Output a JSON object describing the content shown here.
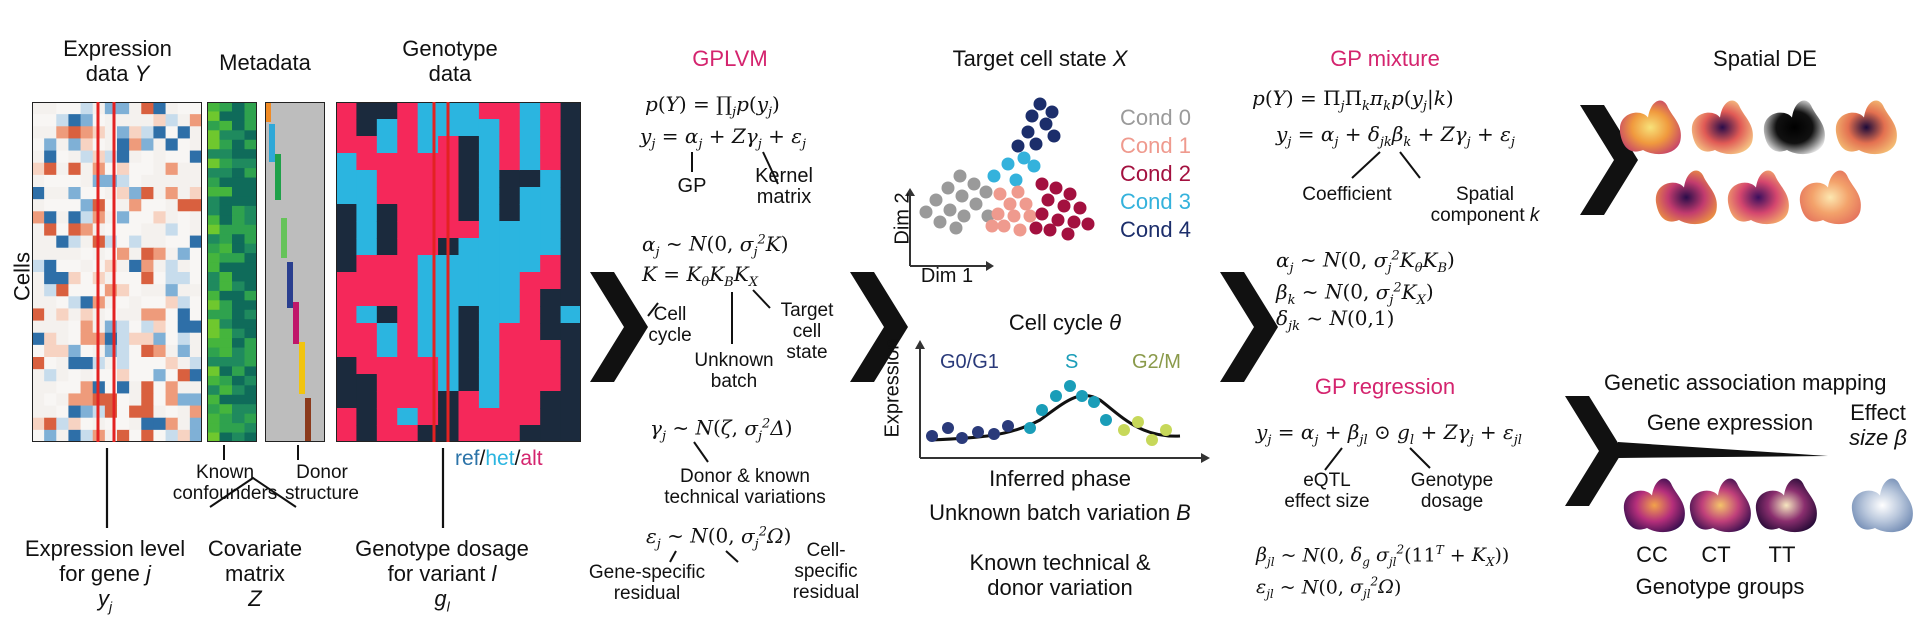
{
  "col1": {
    "expression_title_1": "Expression",
    "expression_title_2": "data ",
    "expression_title_var": "Y",
    "metadata_title": "Metadata",
    "genotype_title_1": "Genotype",
    "genotype_title_2": "data",
    "cells_label": "Cells",
    "known_confounders": "Known\nconfounders",
    "donor_structure": "Donor\nstructure",
    "ref": "ref",
    "het": "het",
    "alt": "alt",
    "slash": "/",
    "expr_level_1": "Expression level",
    "expr_level_2": "for gene ",
    "expr_level_var": "j",
    "expr_level_sym": "y",
    "expr_level_sub": "j",
    "covariate_1": "Covariate",
    "covariate_2": "matrix",
    "covariate_var": "Z",
    "genodosage_1": "Genotype dosage",
    "genodosage_2": "for variant ",
    "genodosage_var": "l",
    "genodosage_sym": "g",
    "genodosage_sub": "l"
  },
  "col2": {
    "title": "GPLVM",
    "gp": "GP",
    "kernel_1": "Kernel",
    "kernel_2": "matrix",
    "cell_cycle_1": "Cell",
    "cell_cycle_2": "cycle",
    "unknown_1": "Unknown",
    "unknown_2": "batch",
    "target_1": "Target",
    "target_2": "cell",
    "target_3": "state",
    "donor_known_1": "Donor & known",
    "donor_known_2": "technical variations",
    "gene_specific_1": "Gene-specific",
    "gene_specific_2": "residual",
    "cell_specific_1": "Cell-",
    "cell_specific_2": "specific",
    "cell_specific_3": "residual"
  },
  "col3": {
    "title": "Target cell state ",
    "title_var": "X",
    "dim1": "Dim 1",
    "dim2": "Dim 2",
    "legend": [
      {
        "label": "Cond 0",
        "color": "#9a9a9a"
      },
      {
        "label": "Cond 1",
        "color": "#ef9a8e"
      },
      {
        "label": "Cond 2",
        "color": "#a3103f"
      },
      {
        "label": "Cond 3",
        "color": "#34b2dc"
      },
      {
        "label": "Cond 4",
        "color": "#1c2e6b"
      }
    ],
    "cellcycle_title": "Cell cycle ",
    "cellcycle_var": "θ",
    "g0g1": "G0/G1",
    "s": "S",
    "g2m": "G2/M",
    "expression_axis": "Expression",
    "inferred_phase": "Inferred phase",
    "unknown_batch": "Unknown batch variation ",
    "unknown_batch_var": "B",
    "known_tech_1": "Known technical &",
    "known_tech_2": "donor variation"
  },
  "col4": {
    "title": "GP mixture",
    "coefficient": "Coefficient",
    "spatial_1": "Spatial",
    "spatial_2": "component ",
    "spatial_var": "k",
    "regression_title": "GP regression",
    "eqtl_1": "eQTL",
    "eqtl_2": "effect size",
    "gdosage_1": "Genotype",
    "gdosage_2": "dosage"
  },
  "col5": {
    "spatial_de": "Spatial DE",
    "genetic_assoc": "Genetic association mapping",
    "gene_expression": "Gene expression",
    "effect_1": "Effect",
    "effect_2": "size ",
    "effect_var": "β",
    "cc": "CC",
    "ct": "CT",
    "tt": "TT",
    "genotype_groups": "Genotype groups"
  },
  "colors": {
    "accent_pink": "#d4246e",
    "geno_red": "#f5285a",
    "geno_blue": "#2bb5e0",
    "geno_navy": "#1b2a3d",
    "highlight_red": "#e32222"
  }
}
